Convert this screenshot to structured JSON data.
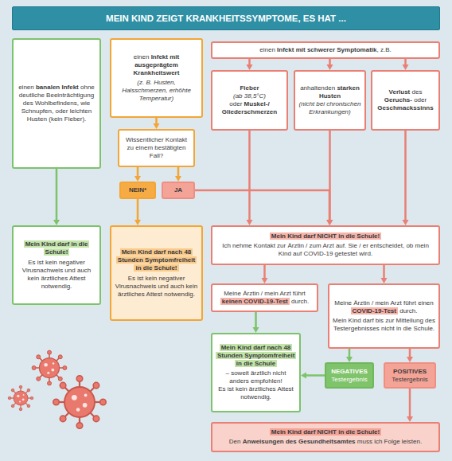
{
  "diagram": {
    "title": "MEIN KIND ZEIGT KRANKHEITSSYMPTOME, ES HAT ...",
    "nodes": [
      {
        "text": [
          "einen",
          "banalen Infekt",
          "ohne deutliche Beeinträchtigung des Wohlbefindens, wie Schnupfen, oder leichten Husten (kein Fieber)."
        ]
      },
      {
        "text": [
          "einen",
          "Infekt mit ausgeprägtem Krankheitswert",
          "(z. B. Husten, Halsschmerzen, erhöhte Temperatur)"
        ]
      },
      {
        "text": [
          "einen",
          "Infekt mit schwerer Symptomatik",
          ", z.B."
        ]
      },
      {
        "text": [
          "Fieber",
          "(ab 38,5°C)",
          "oder",
          "Muskel-/ Gliederschmerzen"
        ]
      },
      {
        "text": [
          "anhaltenden",
          "starken Husten",
          "(nicht bei chronischen Erkrankungen)"
        ]
      },
      {
        "text": [
          "Verlust",
          "des",
          "Geruchs-",
          "oder",
          "Geschmackssinns"
        ]
      },
      {
        "text": [
          "Wissentlicher Kontakt zu einem bestätigten Fall?"
        ]
      },
      {
        "text": [
          "NEIN*"
        ]
      },
      {
        "text": [
          "JA"
        ]
      },
      {
        "text": [
          "Mein Kind darf in die Schule!",
          "Es ist kein negativer Virusnachweis und auch kein ärztliches Attest notwendig."
        ]
      },
      {
        "text": [
          "Mein Kind darf nach 48 Stunden Symptomfreiheit in die Schule!",
          "Es ist kein negativer Virusnachweis und auch kein ärztliches Attest notwendig."
        ]
      },
      {
        "text": [
          "Mein Kind darf NICHT in die Schule!",
          "Ich nehme Kontakt zur Ärztin / zum Arzt auf. Sie / er entscheidet, ob mein Kind auf COVID-19 getestet wird."
        ]
      },
      {
        "text": [
          "Meine Ärztin / mein Arzt führt",
          "keinen COVID-19-Test",
          "durch."
        ]
      },
      {
        "text": [
          "Meine Ärztin / mein Arzt führt einen",
          "COVID-19-Test",
          "durch.",
          "Mein Kind darf bis zur Mitteilung des Testergebnisses nicht in die Schule."
        ]
      },
      {
        "text": [
          "Mein Kind darf nach 48 Stunden Symptomfreiheit in die Schule",
          "– soweit ärztlich nicht anders empfohlen!",
          "Es ist kein ärztliches Attest notwendig."
        ]
      },
      {
        "text": [
          "NEGATIVES",
          "Testergebnis"
        ]
      },
      {
        "text": [
          "POSITIVES",
          "Testergebnis"
        ]
      },
      {
        "text": [
          "Mein Kind darf NICHT in die Schule!",
          "Den",
          "Anweisungen des Gesundheitsamtes",
          "muss ich Folge leisten."
        ]
      }
    ],
    "edges": [
      {
        "from": 0,
        "to": 9,
        "arrow": "to"
      },
      {
        "from": 1,
        "to": 6,
        "arrow": "to"
      },
      {
        "from": 6,
        "to": 7,
        "arrow": "to"
      },
      {
        "from": 6,
        "to": 8,
        "arrow": "to"
      },
      {
        "from": 7,
        "to": 10,
        "arrow": "to"
      },
      {
        "from": 2,
        "to": 3,
        "arrow": "to"
      },
      {
        "from": 2,
        "to": 4,
        "arrow": "to"
      },
      {
        "from": 2,
        "to": 5,
        "arrow": "to"
      },
      {
        "from": 3,
        "to": 11,
        "arrow": "to"
      },
      {
        "from": 4,
        "to": 11,
        "arrow": "to"
      },
      {
        "from": 5,
        "to": 11,
        "arrow": "to"
      },
      {
        "from": 8,
        "to": 11,
        "arrow": "to"
      },
      {
        "from": 11,
        "to": 12,
        "arrow": "to"
      },
      {
        "from": 11,
        "to": 13,
        "arrow": "to"
      },
      {
        "from": 12,
        "to": 14,
        "arrow": "to"
      },
      {
        "from": 13,
        "to": 15,
        "arrow": "to"
      },
      {
        "from": 13,
        "to": 16,
        "arrow": "to"
      },
      {
        "from": 15,
        "to": 14,
        "arrow": "to"
      },
      {
        "from": 16,
        "to": 17,
        "arrow": "to"
      }
    ]
  }
}
